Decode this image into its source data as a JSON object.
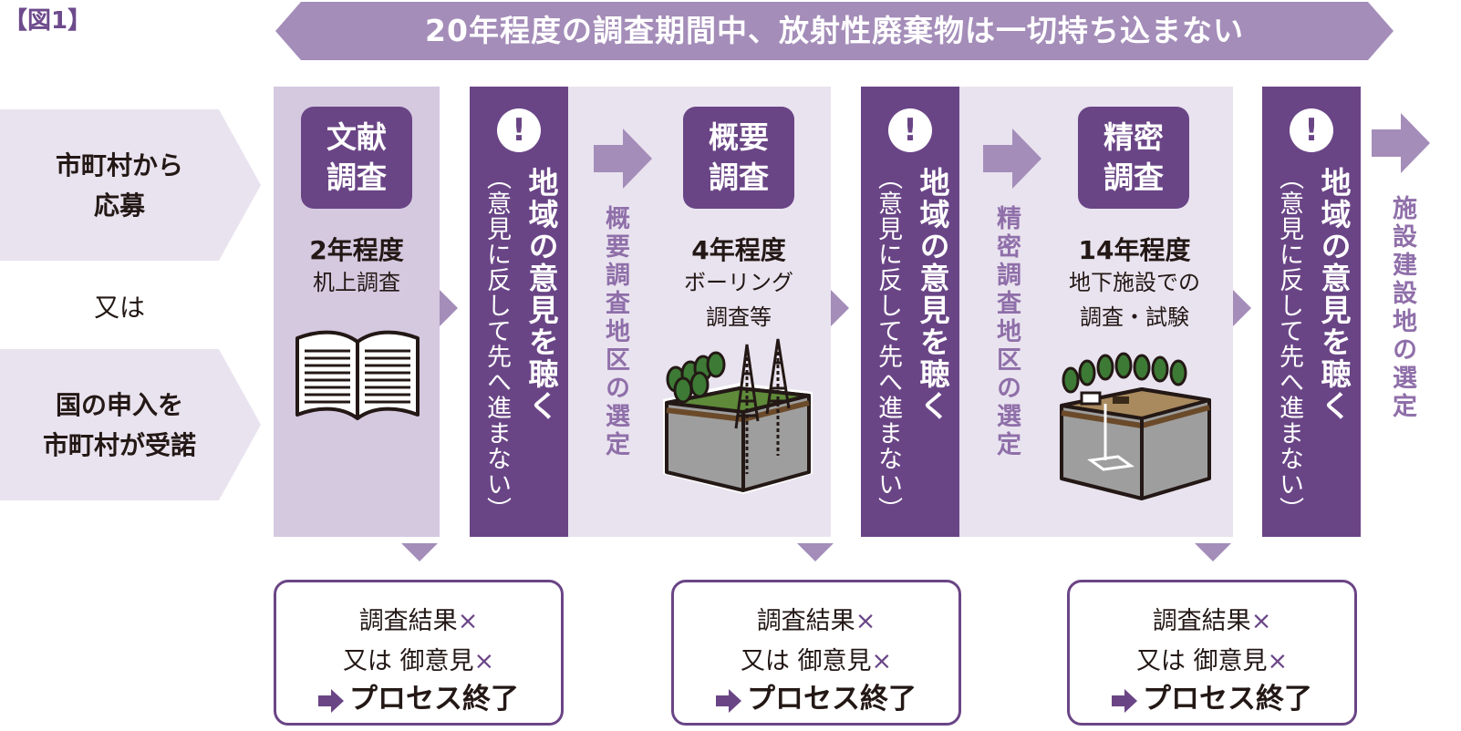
{
  "figure_label": "【図1】",
  "banner": "20年程度の調査期間中、放射性廃棄物は一切持ち込まない",
  "sources": {
    "top": [
      "市町村から",
      "応募"
    ],
    "or": "又は",
    "bottom": [
      "国の申入を",
      "市町村が受諾"
    ]
  },
  "stages": [
    {
      "badge": [
        "文献",
        "調査"
      ],
      "duration": "2年程度",
      "desc": [
        "机上調査"
      ],
      "icon": "open-book-icon"
    },
    {
      "badge": [
        "概要",
        "調査"
      ],
      "duration": "4年程度",
      "desc": [
        "ボーリング",
        "調査等"
      ],
      "icon": "drilling-site-icon"
    },
    {
      "badge": [
        "精密",
        "調査"
      ],
      "duration": "14年程度",
      "desc": [
        "地下施設での",
        "調査・試験"
      ],
      "icon": "underground-facility-icon"
    }
  ],
  "hear": {
    "main": "地域の意見を聴く",
    "sub": "（意見に反して先へ進まない）",
    "icon": "exclamation-icon"
  },
  "area_selection": [
    "概要調査地区の選定",
    "精密調査地区の選定"
  ],
  "final_selection": "施設建設地の選定",
  "end_box": {
    "line1": "調査結果",
    "line2": "又は 御意見",
    "x": "×",
    "line3": "プロセス終了"
  },
  "colors": {
    "dark_purple": "#6a4586",
    "mid_purple": "#a48db9",
    "light_purple": "#d5c9e0",
    "lighter_purple": "#e9e3ef",
    "text_purple": "#8f6fa9"
  }
}
